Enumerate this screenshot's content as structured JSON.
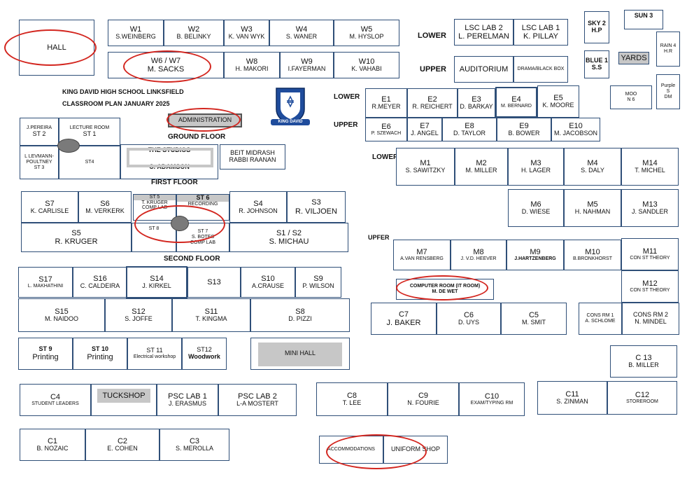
{
  "colors": {
    "border": "#2f4f78",
    "highlight": "#d3261f",
    "gray": "#c7c7c7",
    "crest": "#1f4c9c"
  },
  "title": {
    "line1": "KING DAVID HIGH SCHOOL LINKSFIELD",
    "line2": "CLASSROOM PLAN JANUARY 2025"
  },
  "floors": {
    "ground": "GROUND FLOOR",
    "first": "FIRST FLOOR",
    "second": "SECOND FLOOR"
  },
  "side_labels": {
    "lower": "LOWER",
    "upper": "UPPER",
    "upfer": "UPFER"
  },
  "logo": {
    "text": "KING DAVID"
  },
  "rooms": {
    "hall": {
      "name": "HALL"
    },
    "w1": {
      "name": "W1",
      "teacher": "S.WEINBERG"
    },
    "w2": {
      "name": "W2",
      "teacher": "B. BELINKY"
    },
    "w3": {
      "name": "W3",
      "teacher": "K. VAN WYK"
    },
    "w4": {
      "name": "W4",
      "teacher": "S. WANER"
    },
    "w5": {
      "name": "W5",
      "teacher": "M. HYSLOP"
    },
    "w67": {
      "name": "W6 / W7",
      "teacher": "M. SACKS"
    },
    "w8": {
      "name": "W8",
      "teacher": "H. MAKORI"
    },
    "w9": {
      "name": "W9",
      "teacher": "I.FAYERMAN"
    },
    "w10": {
      "name": "W10",
      "teacher": "K. VAHABI"
    },
    "lsc2": {
      "name": "LSC LAB 2",
      "teacher": "L. PERELMAN"
    },
    "lsc1": {
      "name": "LSC LAB 1",
      "teacher": "K. PILLAY"
    },
    "auditorium": {
      "name": "AUDITORIUM"
    },
    "drama": {
      "name": "DRAMA/BLACK BOX"
    },
    "sky2": {
      "name": "SKY 2",
      "teacher": "H.P"
    },
    "sun3": {
      "name": "SUN 3"
    },
    "blue1": {
      "name": "BLUE 1",
      "teacher": "S.S"
    },
    "yards": {
      "name": "YARDS"
    },
    "rain4": {
      "name": "RAIN 4",
      "teacher": "H.R"
    },
    "moo": {
      "name": "MOO",
      "teacher": "N 6"
    },
    "purple": {
      "name": "Purple",
      "teacher": "S",
      "extra": "DM"
    },
    "admin": {
      "name": "ADMINISTRATION"
    },
    "e1": {
      "name": "E1",
      "teacher": "R.MEYER"
    },
    "e2": {
      "name": "E2",
      "teacher": "R. REICHERT"
    },
    "e3": {
      "name": "E3",
      "teacher": "D. BARKAY"
    },
    "e4": {
      "name": "E4",
      "teacher": "M. BERNARD"
    },
    "e5": {
      "name": "E5",
      "teacher": "K. MOORE"
    },
    "e6": {
      "name": "E6",
      "teacher": "P. SZEWACH"
    },
    "e7": {
      "name": "E7",
      "teacher": "J. ANGEL"
    },
    "e8": {
      "name": "E8",
      "teacher": "D. TAYLOR"
    },
    "e9": {
      "name": "E9",
      "teacher": "B. BOWER"
    },
    "e10": {
      "name": "E10",
      "teacher": "M. JACOBSON"
    },
    "st2": {
      "name": "ST 2",
      "teacher": "J.PEREIRA"
    },
    "st1": {
      "name": "ST 1",
      "teacher": "LECTURE ROOM"
    },
    "st3": {
      "name": "ST 3",
      "teacher": "L LEVMANN-POULTNEY"
    },
    "st4": {
      "name": "ST4"
    },
    "studios": {
      "name": "THE STUDIOS",
      "teacher": "C. ADAMSON"
    },
    "beit": {
      "name": "BEIT MIDRASH",
      "teacher": "RABBI RAANAN"
    },
    "s7": {
      "name": "S7",
      "teacher": "K. CARLISLE"
    },
    "s6": {
      "name": "S6",
      "teacher": "M. VERKERK"
    },
    "st5": {
      "name": "ST 5",
      "teacher": "T. KRUGER",
      "extra": "COMP LAB"
    },
    "st6": {
      "name": "ST 6",
      "teacher": "RECORDING"
    },
    "s4": {
      "name": "S4",
      "teacher": "R. JOHNSON"
    },
    "s3": {
      "name": "S3",
      "teacher": "R. VILJOEN"
    },
    "s5": {
      "name": "S5",
      "teacher": "R. KRUGER"
    },
    "st8": {
      "name": "ST 8"
    },
    "st7": {
      "name": "ST 7",
      "teacher": "S. BOTES",
      "extra": "COMP LAB"
    },
    "s12b": {
      "name": "S1 / S2",
      "teacher": "S. MICHAU"
    },
    "s17": {
      "name": "S17",
      "teacher": "L. MAKHATHINI"
    },
    "s16": {
      "name": "S16",
      "teacher": "C. CALDEIRA"
    },
    "s14": {
      "name": "S14",
      "teacher": "J. KIRKEL"
    },
    "s13": {
      "name": "S13"
    },
    "s10": {
      "name": "S10",
      "teacher": "A.CRAUSE"
    },
    "s9": {
      "name": "S9",
      "teacher": "P. WILSON"
    },
    "s15": {
      "name": "S15",
      "teacher": "M. NAIDOO"
    },
    "s12": {
      "name": "S12",
      "teacher": "S. JOFFE"
    },
    "s11": {
      "name": "S11",
      "teacher": "T. KINGMA"
    },
    "s8": {
      "name": "S8",
      "teacher": "D. PIZZI"
    },
    "st9": {
      "name": "ST 9",
      "teacher": "Printing"
    },
    "st10": {
      "name": "ST 10",
      "teacher": "Printing"
    },
    "st11": {
      "name": "ST 11",
      "teacher": "Electrical workshop"
    },
    "st12": {
      "name": "ST12",
      "teacher": "Woodwork"
    },
    "minihall": {
      "name": "MINI HALL"
    },
    "m1": {
      "name": "M1",
      "teacher": "S. SAWITZKY"
    },
    "m2": {
      "name": "M2",
      "teacher": "M. MILLER"
    },
    "m3": {
      "name": "M3",
      "teacher": "H. LAGER"
    },
    "m4": {
      "name": "M4",
      "teacher": "S. DALY"
    },
    "m14": {
      "name": "M14",
      "teacher": "T. MICHEL"
    },
    "m6": {
      "name": "M6",
      "teacher": "D. WIESE"
    },
    "m5": {
      "name": "M5",
      "teacher": "H. NAHMAN"
    },
    "m13": {
      "name": "M13",
      "teacher": "J. SANDLER"
    },
    "m7": {
      "name": "M7",
      "teacher": "A.VAN RENSBERG"
    },
    "m8": {
      "name": "M8",
      "teacher": "J. V.D. HEEVER"
    },
    "m9": {
      "name": "M9",
      "teacher": "J.HARTZENBERG"
    },
    "m10": {
      "name": "M10",
      "teacher": "B.BRONKHORST"
    },
    "m11": {
      "name": "M11",
      "teacher": "CON ST THEORY"
    },
    "comproom": {
      "name": "COMPUTER ROOM (IT ROOM)",
      "teacher": "M. DE WET"
    },
    "m12": {
      "name": "M12",
      "teacher": "CON ST THEORY"
    },
    "c7": {
      "name": "C7",
      "teacher": "J. BAKER"
    },
    "c6": {
      "name": "C6",
      "teacher": "D. UYS"
    },
    "c5": {
      "name": "C5",
      "teacher": "M. SMIT"
    },
    "cons1": {
      "name": "CONS RM 1",
      "teacher": "A. SCHLOME"
    },
    "cons2": {
      "name": "CONS RM 2",
      "teacher": "N. MINDEL"
    },
    "c13": {
      "name": "C 13",
      "teacher": "B. MILLER"
    },
    "c4": {
      "name": "C4",
      "teacher": "STUDENT LEADERS"
    },
    "tuckshop": {
      "name": "TUCKSHOP"
    },
    "psc1": {
      "name": "PSC LAB 1",
      "teacher": "J. ERASMUS"
    },
    "psc2": {
      "name": "PSC LAB 2",
      "teacher": "L-A MOSTERT"
    },
    "c8": {
      "name": "C8",
      "teacher": "T. LEE"
    },
    "c9": {
      "name": "C9",
      "teacher": "N. FOURIE"
    },
    "c10": {
      "name": "C10",
      "teacher": "EXAM/TYPING RM"
    },
    "c11": {
      "name": "C11",
      "teacher": "S. ZINMAN"
    },
    "c12": {
      "name": "C12",
      "teacher": "STOREROOM"
    },
    "c1": {
      "name": "C1",
      "teacher": "B. NOZAIC"
    },
    "c2": {
      "name": "C2",
      "teacher": "E. COHEN"
    },
    "c3": {
      "name": "C3",
      "teacher": "S. MEROLLA"
    },
    "accom": {
      "name": "ACCOMMODATIONS"
    },
    "uniform": {
      "name": "UNIFORM SHOP"
    }
  }
}
